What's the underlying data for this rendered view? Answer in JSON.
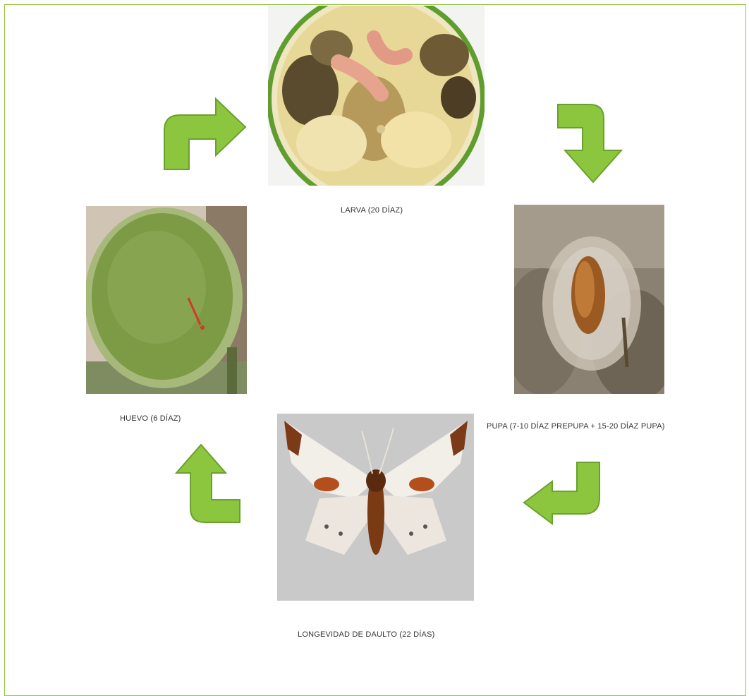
{
  "stages": {
    "larva": {
      "label": "LARVA (20 DÍAZ)",
      "icon": "larva-photo"
    },
    "pupa": {
      "label": "PUPA (7-10 DÍAZ PREPUPA + 15-20 DÍAZ PUPA)",
      "icon": "pupa-photo"
    },
    "adult": {
      "label": "LONGEVIDAD DE DAULTO (22 DÍAS)",
      "icon": "moth-photo"
    },
    "egg": {
      "label": "HUEVO (6 DÍAZ)",
      "icon": "egg-on-fruit-photo"
    }
  },
  "colors": {
    "frame": "#8dc63f",
    "arrow": "#8cc63f",
    "arrow_dark": "#6aa12d"
  }
}
